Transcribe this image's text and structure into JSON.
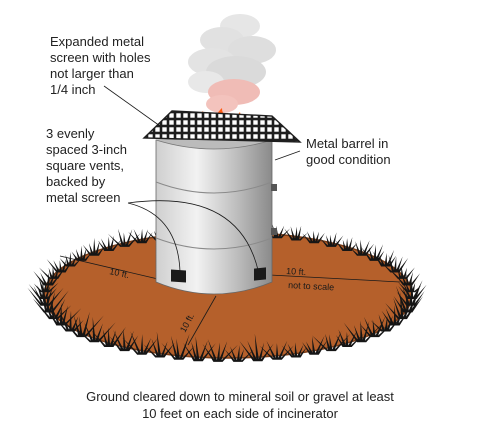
{
  "labels": {
    "screen": [
      "Expanded metal",
      "screen with holes",
      "not larger than",
      "1/4 inch"
    ],
    "vents": [
      "3 evenly",
      "spaced 3-inch",
      "square vents,",
      "backed by",
      "metal screen"
    ],
    "barrel": [
      "Metal barrel in",
      "good condition"
    ]
  },
  "dimensions": {
    "left": "10 ft.",
    "right": "10 ft.",
    "right_note": "not to scale",
    "front": "10 ft."
  },
  "caption": [
    "Ground cleared down to mineral soil or gravel at least",
    "10 feet on each side of incinerator"
  ],
  "colors": {
    "ground": "#b5602b",
    "ground_edge": "#7a3c17",
    "grass": "#151515",
    "barrel_light": "#ececec",
    "barrel_dark": "#8d8d8d",
    "flame": "#ff6a1c",
    "smoke": "#dcdcdc",
    "smoke_warm": "#f2b3ad",
    "grate": "#1e1e1e"
  }
}
